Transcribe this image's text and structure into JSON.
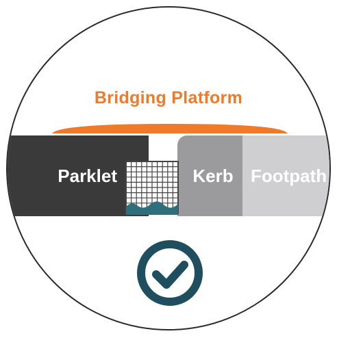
{
  "title": "Bridging Platform",
  "labels": {
    "parklet": "Parklet",
    "kerb": "Kerb",
    "footpath": "Footpath"
  },
  "colors": {
    "accent": "#F07A2A",
    "parklet": "#3B3A3B",
    "kerb": "#9B9B9D",
    "footpath": "#CFCFD1",
    "check": "#1F4F5E",
    "water": "#2F6F7C",
    "grate": "#444444"
  },
  "icons": {
    "drain": "drain-grate-icon",
    "check": "check-circle-icon"
  }
}
